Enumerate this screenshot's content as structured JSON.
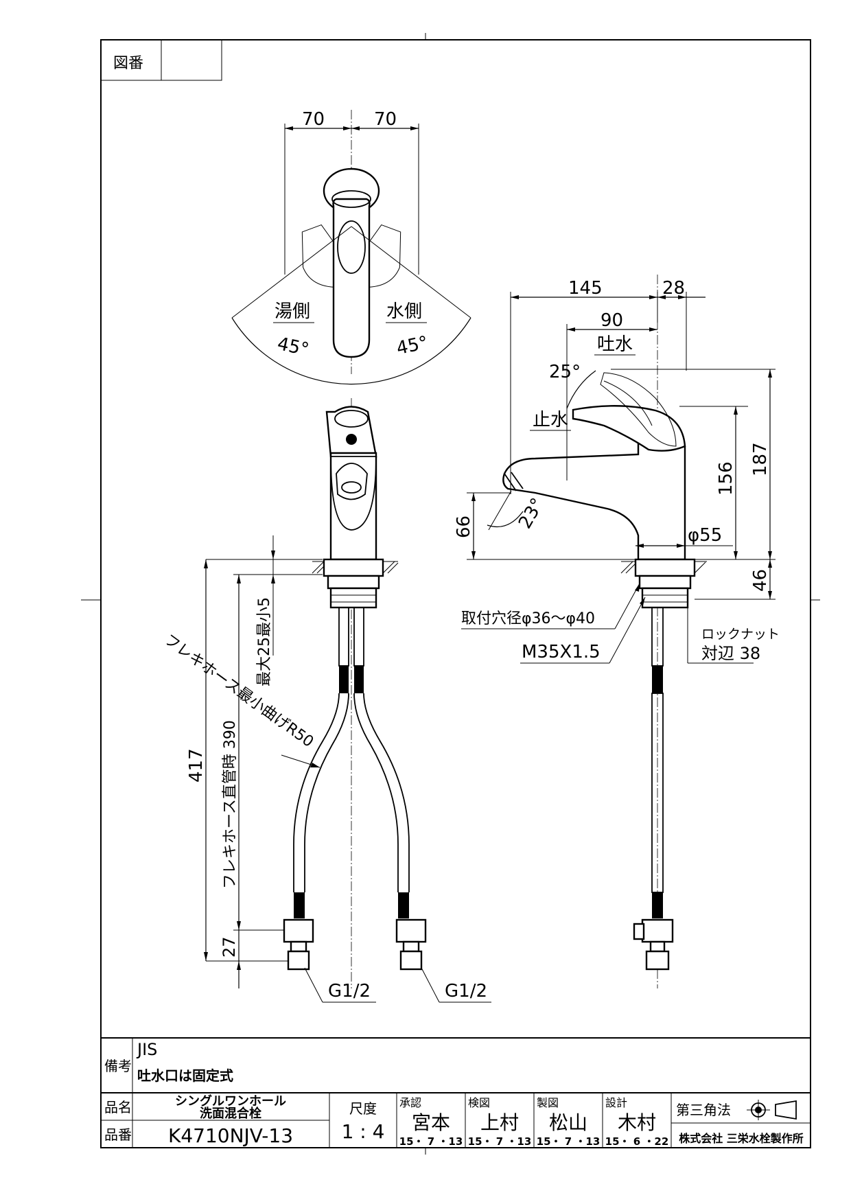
{
  "title_block": {
    "zuban_label": "図番",
    "zuban_value": "",
    "biko_label": "備考",
    "biko_line1": "JIS",
    "biko_line2": "吐水口は固定式",
    "hinmei_label": "品名",
    "hinmei_line1": "シングルワンホール",
    "hinmei_line2": "洗面混合栓",
    "hinban_label": "品番",
    "hinban_value": "K4710NJV-13",
    "scale_label": "尺度",
    "scale_value": "1 : 4",
    "approval": [
      {
        "role": "承認",
        "name": "宮本",
        "date": "15・ 7 ・13"
      },
      {
        "role": "検図",
        "name": "上村",
        "date": "15・ 7 ・13"
      },
      {
        "role": "製図",
        "name": "松山",
        "date": "15・ 7 ・13"
      },
      {
        "role": "設計",
        "name": "木村",
        "date": "15・ 6 ・22"
      }
    ],
    "projection": "第三角法",
    "company": "株式会社 三栄水栓製作所"
  },
  "top_view": {
    "dim_left": "70",
    "dim_right": "70",
    "hot_side": "湯側",
    "cold_side": "水側",
    "angle_left": "45°",
    "angle_right": "45°"
  },
  "front_view": {
    "dim_adjust": "最大25最小5",
    "dim_417": "417",
    "dim_390": "フレキホース直管時 390",
    "flex_hose_note": "フレキホース最小曲げR50",
    "dim_27": "27",
    "g_left": "G1/2",
    "g_right": "G1/2"
  },
  "side_view": {
    "dim_145": "145",
    "dim_28": "28",
    "dim_90": "90",
    "toosui": "吐水",
    "angle_25": "25°",
    "shisui": "止水",
    "dim_156": "156",
    "dim_187": "187",
    "dim_66": "66",
    "angle_23": "23°",
    "dia_55": "φ55",
    "dim_46": "46",
    "hole_dia": "取付穴径φ36～φ40",
    "thread": "M35X1.5",
    "lock_nut_line1": "ロックナット",
    "lock_nut_line2": "対辺 38"
  }
}
